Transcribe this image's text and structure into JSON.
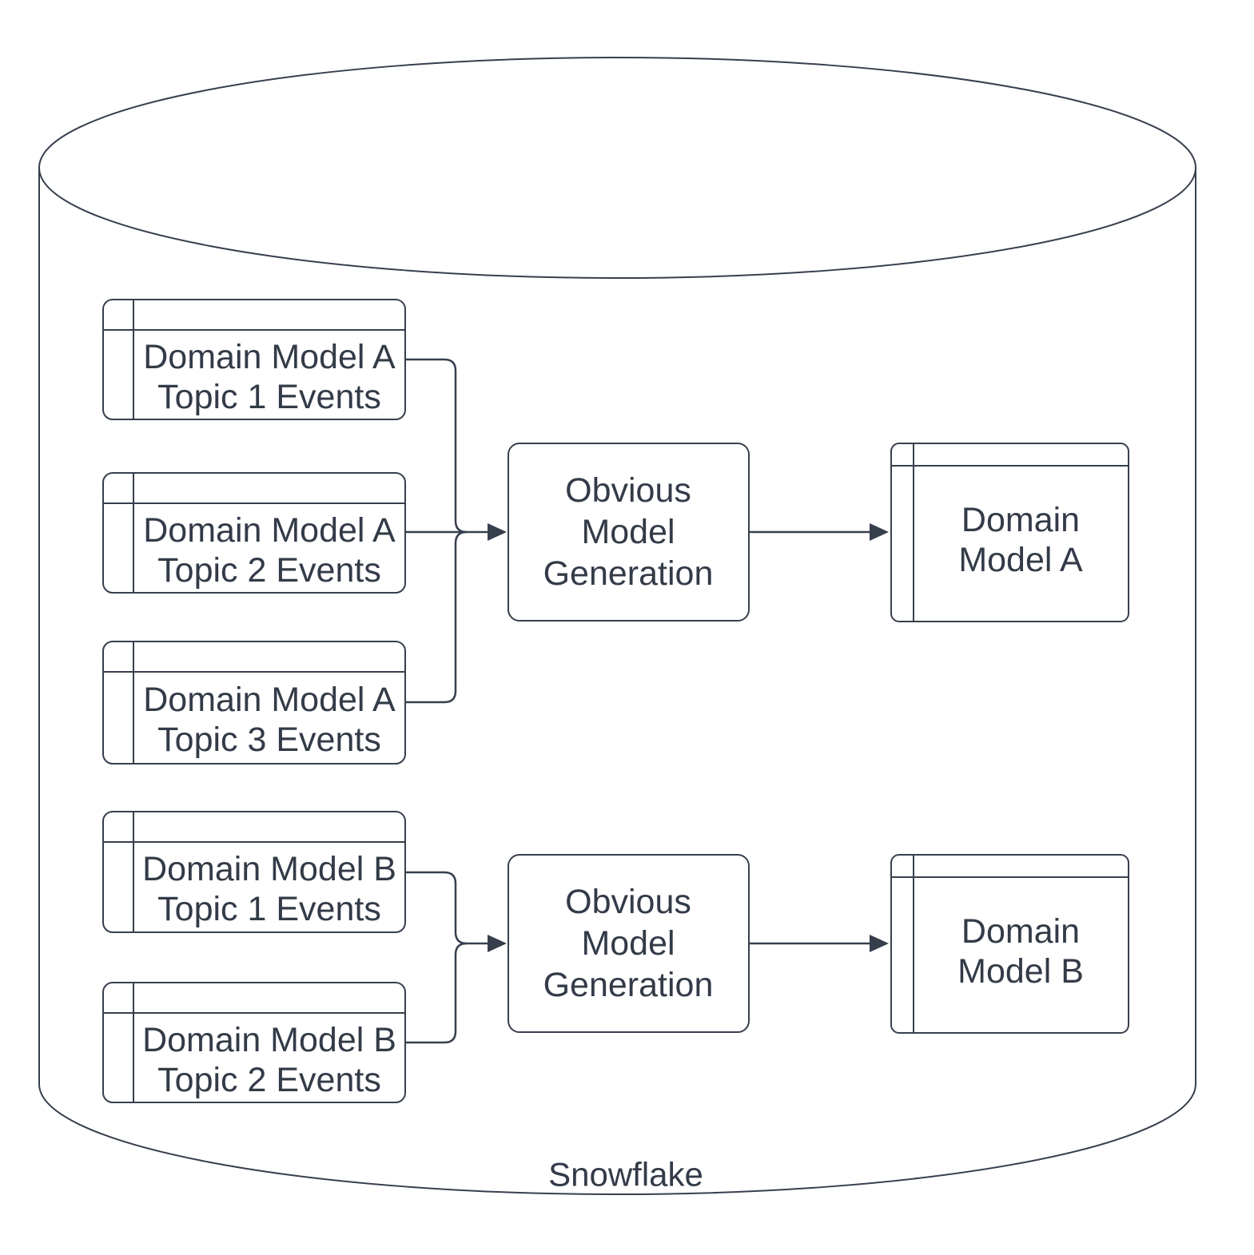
{
  "diagram": {
    "container_label": "Snowflake",
    "colors": {
      "stroke": "#373f4d",
      "text": "#333b48",
      "background": "#ffffff"
    },
    "sections": [
      {
        "sources": [
          {
            "line1": "Domain Model A",
            "line2": "Topic 1 Events"
          },
          {
            "line1": "Domain Model A",
            "line2": "Topic 2 Events"
          },
          {
            "line1": "Domain Model A",
            "line2": "Topic 3 Events"
          }
        ],
        "process": {
          "line1": "Obvious",
          "line2": "Model",
          "line3": "Generation"
        },
        "output": {
          "line1": "Domain",
          "line2": "Model A"
        }
      },
      {
        "sources": [
          {
            "line1": "Domain Model B",
            "line2": "Topic 1 Events"
          },
          {
            "line1": "Domain Model B",
            "line2": "Topic 2 Events"
          }
        ],
        "process": {
          "line1": "Obvious",
          "line2": "Model",
          "line3": "Generation"
        },
        "output": {
          "line1": "Domain",
          "line2": "Model B"
        }
      }
    ]
  }
}
